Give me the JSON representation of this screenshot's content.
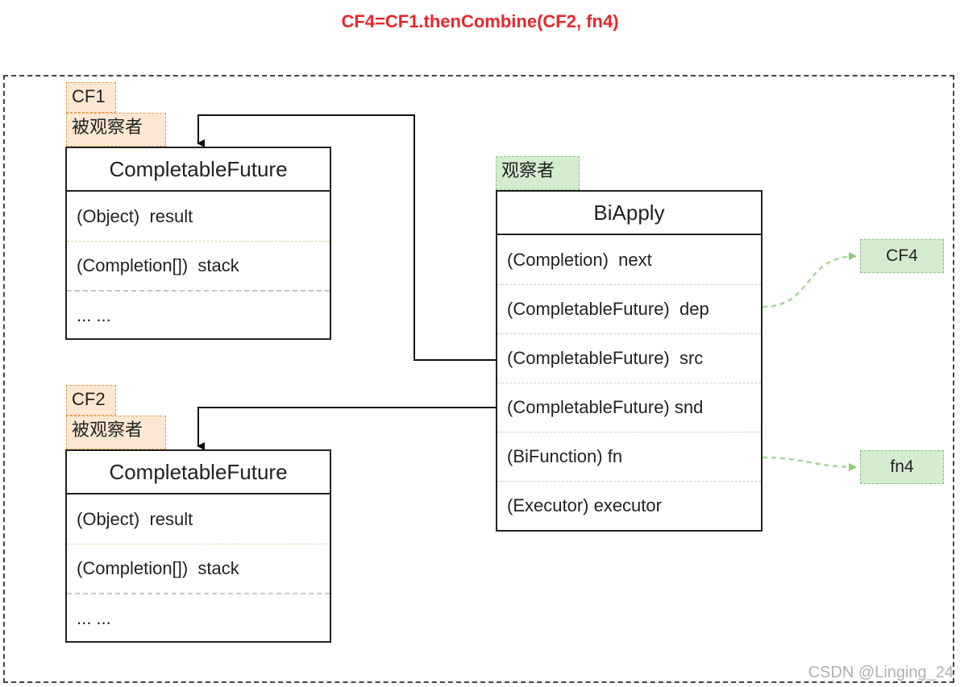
{
  "title": "CF4=CF1.thenCombine(CF2, fn4)",
  "cf1": {
    "tag": "CF1",
    "role": "被观察者",
    "class_name": "CompletableFuture",
    "fields": [
      "(Object)  result",
      "(Completion[])  stack",
      "... ..."
    ]
  },
  "cf2": {
    "tag": "CF2",
    "role": "被观察者",
    "class_name": "CompletableFuture",
    "fields": [
      "(Object)  result",
      "(Completion[])  stack",
      "... ..."
    ]
  },
  "biapply": {
    "role": "观察者",
    "class_name": "BiApply",
    "fields": [
      "(Completion)  next",
      "(CompletableFuture)  dep",
      "(CompletableFuture)  src",
      "(CompletableFuture) snd",
      "(BiFunction) fn",
      "(Executor) executor"
    ]
  },
  "cf4_box": "CF4",
  "fn4_box": "fn4",
  "watermark": "CSDN @Linging_24",
  "colors": {
    "title": "#e8262a",
    "observed_tag_bg": "#fce8d2",
    "observer_tag_bg": "#d5ebd0",
    "dashed_link": "#a8d49c"
  }
}
